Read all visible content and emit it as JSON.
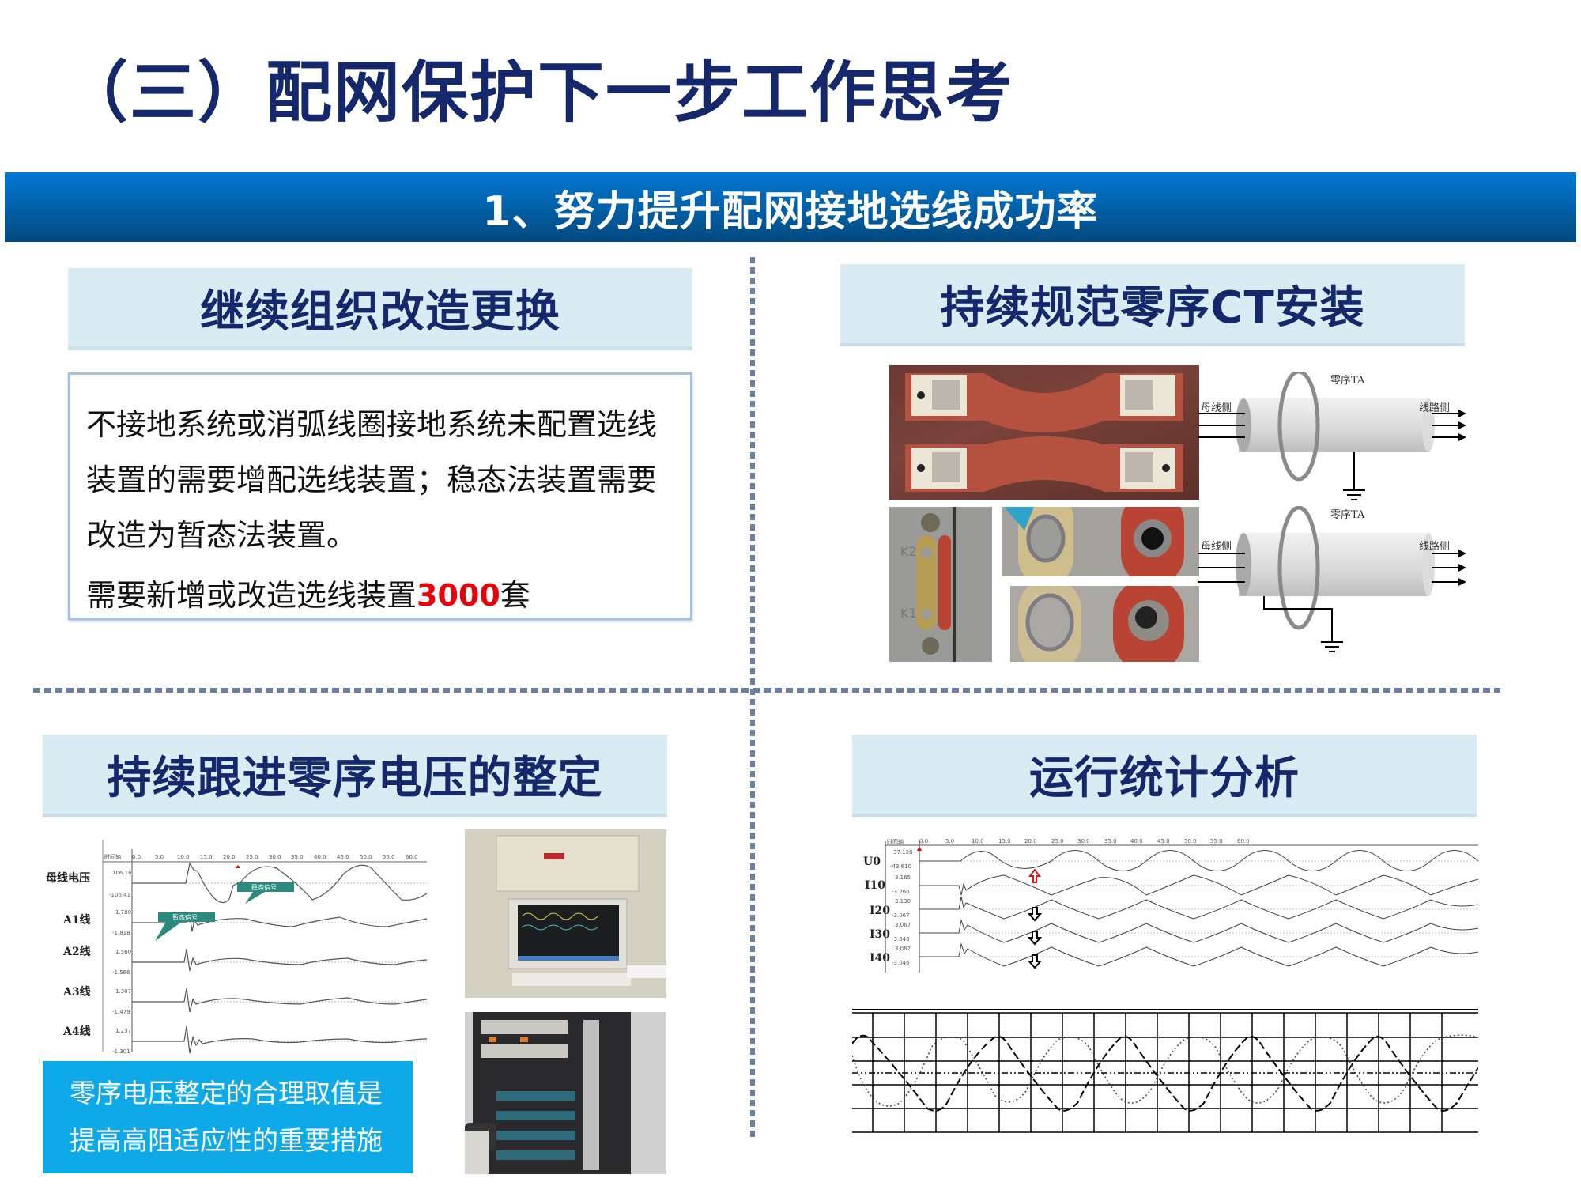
{
  "page": {
    "title": "（三）配网保护下一步工作思考",
    "banner": "1、努力提升配网接地选线成功率"
  },
  "sections": {
    "top_left": {
      "header": "继续组织改造更换",
      "paragraph_lines": [
        "不接地系统或消弧线圈接地系统未配置选线",
        "装置的需要增配选线装置；稳态法装置需要",
        "改造为暂态法装置。"
      ],
      "count_prefix": "需要新增或改造选线装置",
      "count_value": "3000",
      "count_suffix": "套"
    },
    "top_right": {
      "header": "持续规范零序CT安装",
      "diagram_top": {
        "ring_label": "零序TA",
        "left_label": "母线侧",
        "right_label": "线路侧"
      },
      "diagram_bottom": {
        "ring_label": "零序TA",
        "left_label": "母线侧",
        "right_label": "线路侧"
      },
      "photo_marks": [
        "K2",
        "K1"
      ]
    },
    "bottom_left": {
      "header": "持续跟进零序电压的整定",
      "callout_text_lines": [
        "零序电压整定的合理取值是",
        "提高高阻适应性的重要措施"
      ],
      "chart_callouts": {
        "transient": "暂态信号",
        "steady": "稳态信号"
      }
    },
    "bottom_right": {
      "header": "运行统计分析"
    }
  },
  "colors": {
    "title": "#14286b",
    "banner_top": "#0278d2",
    "banner_bottom": "#03497f",
    "section_header_bg": "#daecf3",
    "highlight_red": "#e8000b",
    "callout_blue": "#0eaae8",
    "callout_teal": "#2a8a7e",
    "divider": "#6b7fa0"
  },
  "chart_data": [
    {
      "type": "line",
      "title": "母线电压及各线路零序电流录波",
      "xlabel": "时间轴",
      "ylabel": "",
      "x_ticks": [
        "0.0",
        "5.0",
        "10.0",
        "15.0",
        "20.0",
        "25.0",
        "30.0",
        "35.0",
        "40.0",
        "45.0",
        "50.0",
        "55.0",
        "60.0"
      ],
      "series": [
        {
          "name": "母线电压",
          "max": "106.18",
          "min": "-106.41"
        },
        {
          "name": "A1线",
          "max": "1.780",
          "min": "-1.818"
        },
        {
          "name": "A2线",
          "max": "1.560",
          "min": "-1.566"
        },
        {
          "name": "A3线",
          "max": "1.307",
          "min": "-1.479"
        },
        {
          "name": "A4线",
          "max": "1.237",
          "min": "-1.301"
        }
      ],
      "annotations": [
        "暂态信号",
        "稳态信号"
      ],
      "fault_time_approx": 10.5
    },
    {
      "type": "line",
      "title": "零序电压与零序电流录波",
      "xlabel": "时间轴",
      "x_ticks": [
        "0.0",
        "5.0",
        "10.0",
        "15.0",
        "20.0",
        "25.0",
        "30.0",
        "35.0",
        "40.0",
        "45.0",
        "50.0",
        "55.0",
        "60.0"
      ],
      "series": [
        {
          "name": "U0",
          "max": "37.128",
          "min": "-43.610"
        },
        {
          "name": "I10",
          "max": "3.165",
          "min": "-3.260",
          "arrow": "up"
        },
        {
          "name": "I20",
          "max": "3.130",
          "min": "-3.067",
          "arrow": "down"
        },
        {
          "name": "I30",
          "max": "3.067",
          "min": "-3.048",
          "arrow": "down"
        },
        {
          "name": "I40",
          "max": "3.062",
          "min": "-3.046",
          "arrow": "down"
        }
      ],
      "fault_time_approx": 8.0
    },
    {
      "type": "line",
      "title": "示波器网格波形",
      "series": [
        {
          "name": "dashed-wave",
          "style": "dashed",
          "cycles": 5
        },
        {
          "name": "dotted-wave",
          "style": "dotted",
          "cycles": 5
        }
      ],
      "grid": true
    }
  ]
}
